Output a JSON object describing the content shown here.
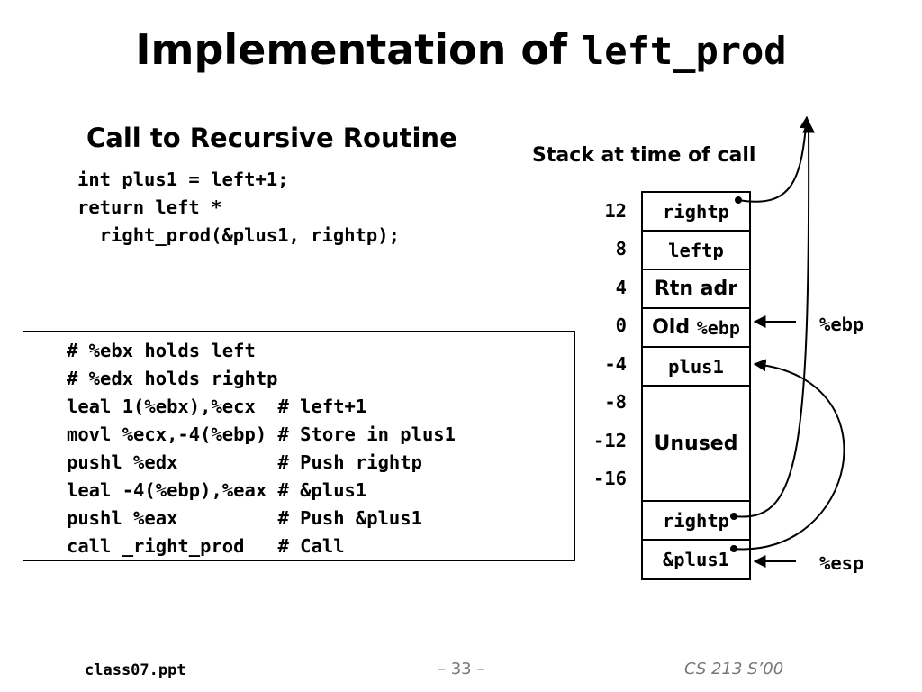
{
  "title": {
    "text": "Implementation of ",
    "code": "left_prod"
  },
  "subtitle": "Call to Recursive Routine",
  "code_top": "int plus1 = left+1;\nreturn left *\n  right_prod(&plus1, rightp);",
  "asm_code": "# %ebx holds left\n# %edx holds rightp\nleal 1(%ebx),%ecx  # left+1\nmovl %ecx,-4(%ebp) # Store in plus1\npushl %edx         # Push rightp\nleal -4(%ebp),%eax # &plus1\npushl %eax         # Push &plus1\ncall _right_prod   # Call",
  "stack_title": "Stack at time of call",
  "offsets": [
    "12",
    "8",
    "4",
    "0",
    "-4",
    "-8",
    "-12",
    "-16"
  ],
  "stack_cells": {
    "rightp_top": "rightp",
    "leftp": "leftp",
    "rtn_adr": "Rtn adr",
    "old_label": "Old ",
    "old_reg": "%ebp",
    "plus1": "plus1",
    "unused": "Unused",
    "rightp_bottom": "rightp",
    "plus1_addr": "&plus1"
  },
  "registers": {
    "ebp": "%ebp",
    "esp": "%esp"
  },
  "footer": {
    "left": "class07.ppt",
    "middle": "– 33 –",
    "right": "CS 213 S’00"
  }
}
